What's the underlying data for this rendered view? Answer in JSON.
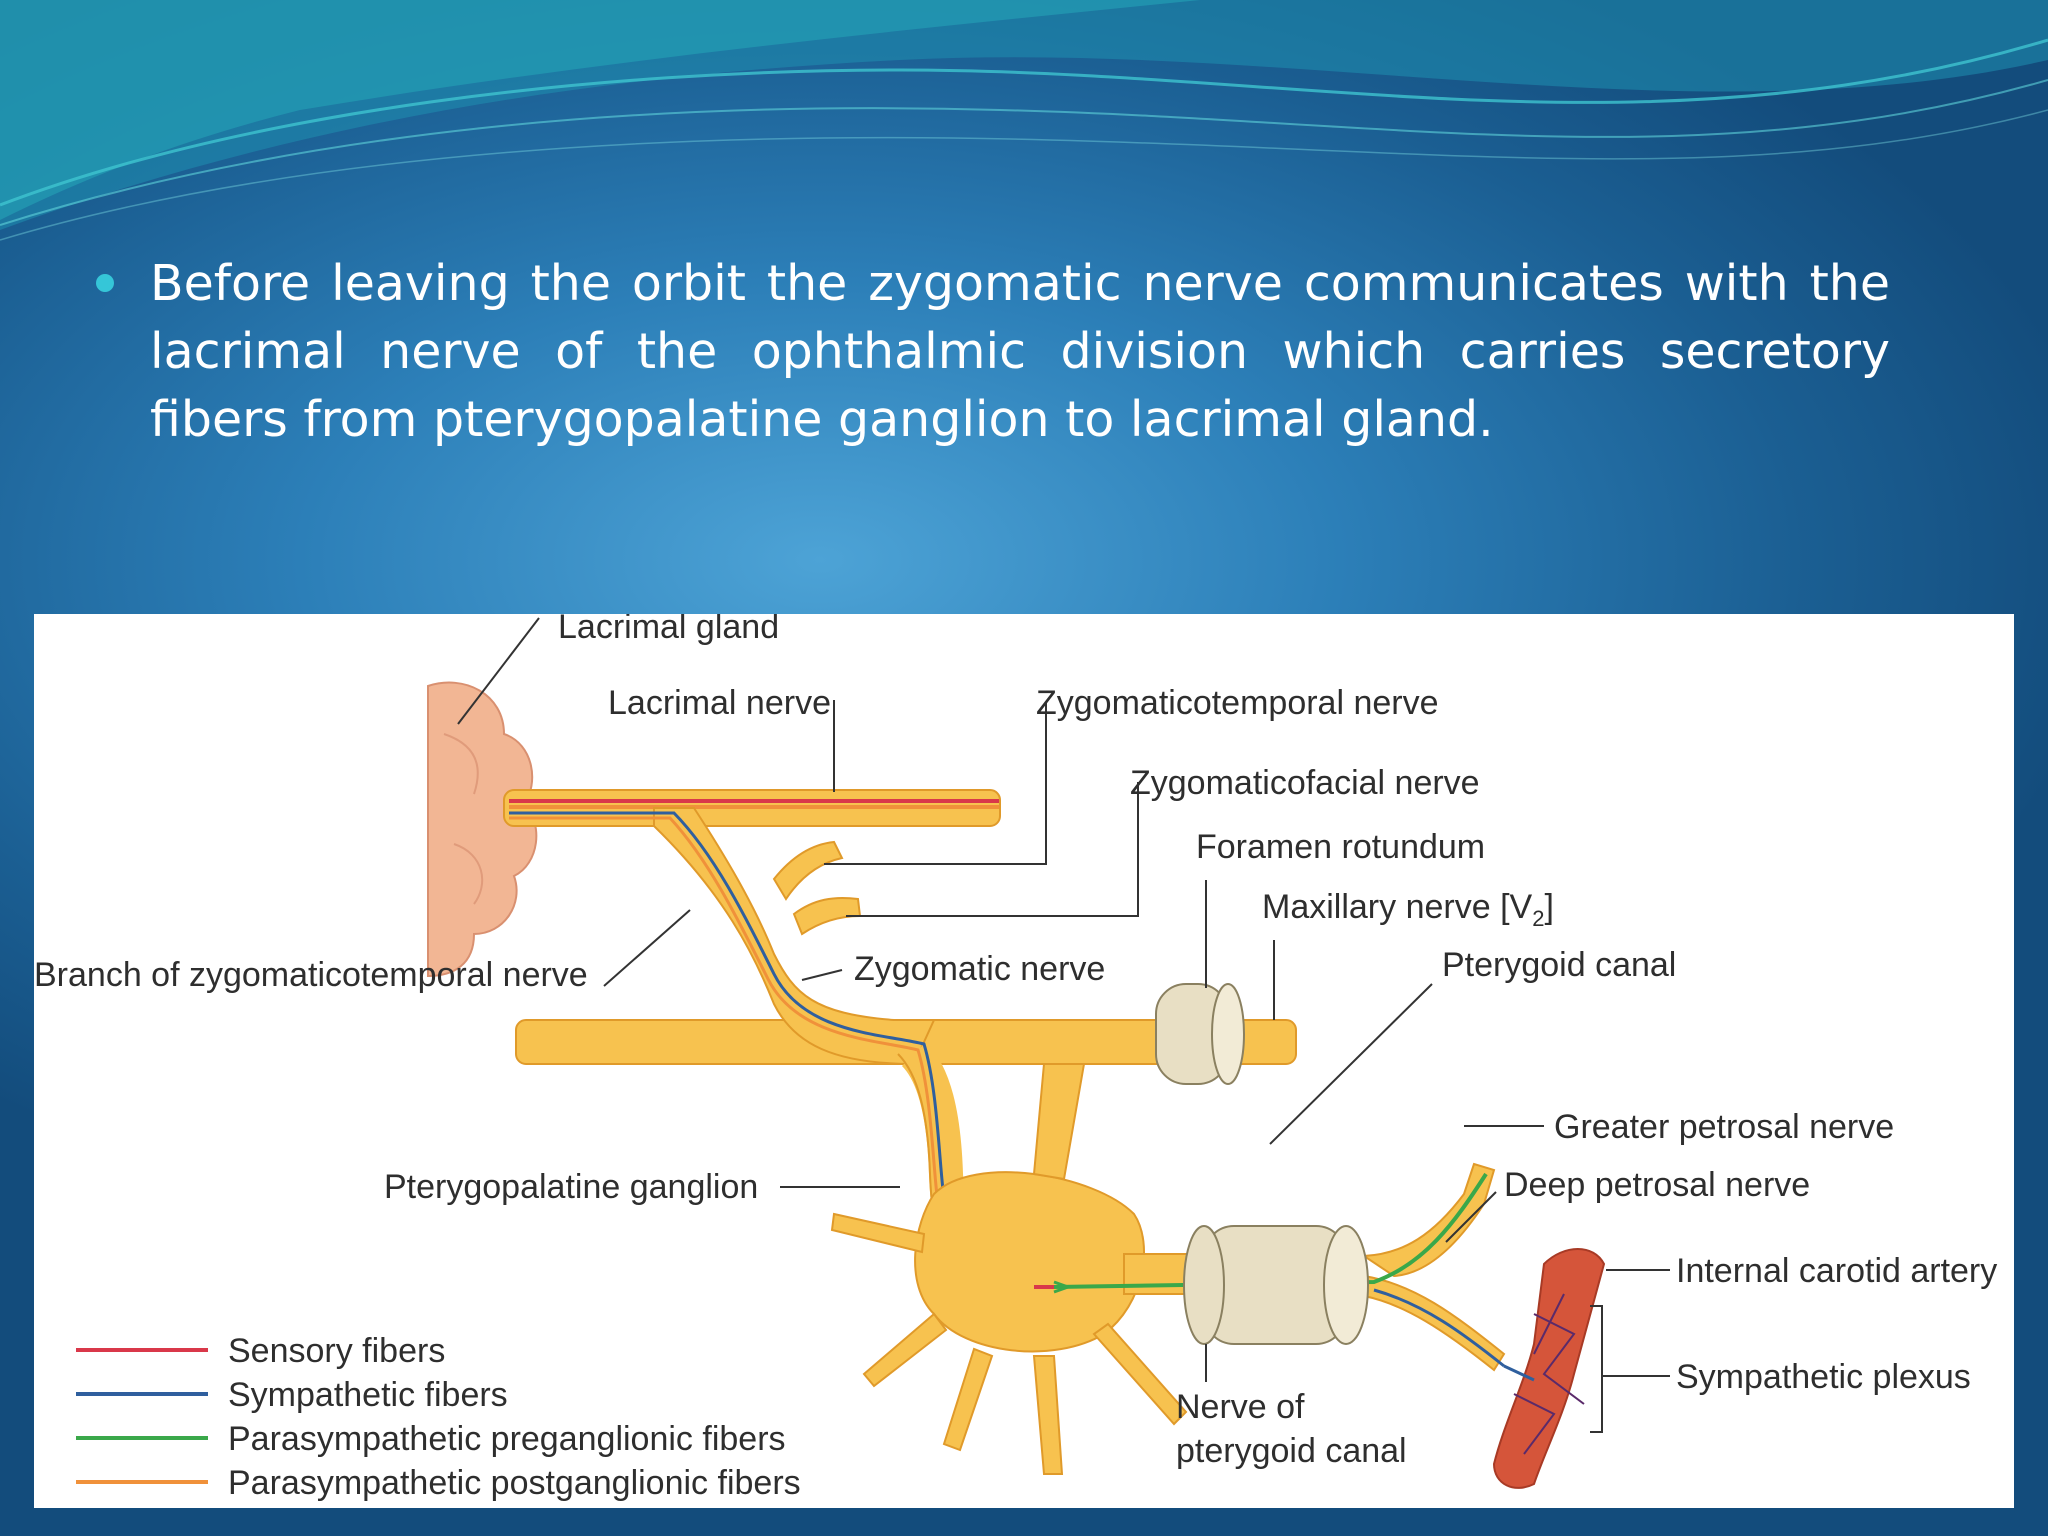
{
  "slide": {
    "bullet_text": "Before leaving the orbit the zygomatic nerve communicates with the lacrimal nerve of the ophthalmic division which carries secretory fibers from pterygopalatine ganglion to lacrimal gland."
  },
  "diagram": {
    "labels": {
      "lacrimal_gland": "Lacrimal gland",
      "lacrimal_nerve": "Lacrimal nerve",
      "zygomaticotemporal_nerve": "Zygomaticotemporal nerve",
      "zygomaticofacial_nerve": "Zygomaticofacial nerve",
      "foramen_rotundum": "Foramen rotundum",
      "maxillary_nerve": "Maxillary nerve [V",
      "maxillary_nerve_sub": "2",
      "maxillary_nerve_end": "]",
      "branch_zygomaticotemporal": "Branch of zygomaticotemporal nerve",
      "zygomatic_nerve": "Zygomatic nerve",
      "pterygoid_canal": "Pterygoid canal",
      "greater_petrosal": "Greater petrosal nerve",
      "pterygopalatine_ganglion": "Pterygopalatine ganglion",
      "deep_petrosal": "Deep petrosal nerve",
      "internal_carotid": "Internal carotid artery",
      "sympathetic_plexus": "Sympathetic plexus",
      "nerve_of_pterygoid_line1": "Nerve of",
      "nerve_of_pterygoid_line2": "pterygoid canal"
    },
    "legend": [
      {
        "label": "Sensory fibers",
        "color": "#d9384a"
      },
      {
        "label": "Sympathetic fibers",
        "color": "#2f5f9e"
      },
      {
        "label": "Parasympathetic preganglionic fibers",
        "color": "#3aa84a"
      },
      {
        "label": "Parasympathetic postganglionic fibers",
        "color": "#f0913a"
      }
    ],
    "colors": {
      "nerve_fill": "#f7c24f",
      "nerve_stroke": "#e09a2a",
      "gland_fill": "#f2b694",
      "canal_fill": "#e8dfc4",
      "artery_fill": "#d5553a"
    }
  }
}
